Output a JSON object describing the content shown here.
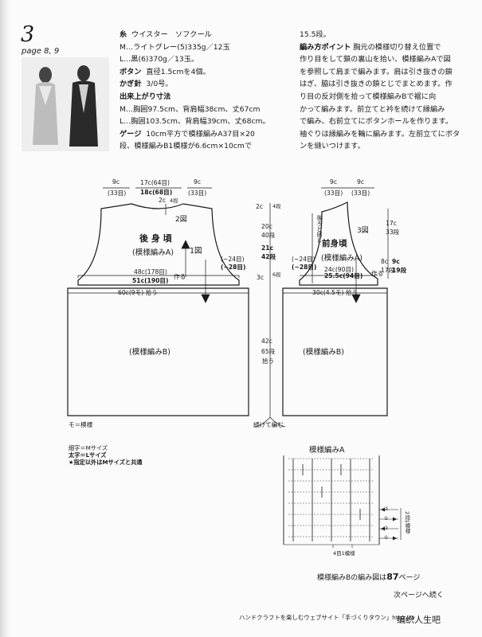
{
  "header": {
    "pattern_number": "3",
    "page_ref": "page 8, 9"
  },
  "materials": {
    "yarn_label": "糸",
    "yarn_name": "ウイスター　ソフクール",
    "yarn_m": "M…ライトグレー(5)335g／12玉",
    "yarn_l": "L…黒(6)370g／13玉。",
    "button_label": "ボタン",
    "button_text": "直径1.5cmを4個。",
    "hook_label": "かぎ針",
    "hook_text": "3/0号。",
    "size_label": "出来上がり寸法",
    "size_m": "M…胸囲97.5cm、背肩幅38cm、丈67cm",
    "size_l": "L…胸囲103.5cm、背肩幅39cm、丈68cm。",
    "gauge_label": "ゲージ",
    "gauge_line1": "10cm平方で模様編みA37目×20",
    "gauge_line2": "段、模様編みB1模様が6.6cm×10cmで"
  },
  "method": {
    "line0": "15.5段。",
    "label": "編み方ポイント",
    "lines": [
      "胸元の模様切り替え位置で",
      "作り目をして鎖の裏山を拾い、模様編みAで図",
      "を参照して肩まで編みます。肩は引き抜きの鎖",
      "はぎ、脇は引き抜きの鎖とじでまとめます。作",
      "り目の反対側を拾って模様編みBで裾に向",
      "かって編みます。前立てと衿を続けて縁編み",
      "で編み、右前立てにボタンホールを作ります。",
      "袖ぐりは縁編みを輪に編みます。左前立てにボタ",
      "ンを縫いつけます。"
    ]
  },
  "back": {
    "top_left": "9c",
    "top_left_rows": "(33目)",
    "top_mid": "17c(64目)",
    "top_mid_l": "18c(68目)",
    "top_right": "9c",
    "top_right_rows": "(33目)",
    "neck": "2c",
    "neck_rows": "4段",
    "fig2": "2図",
    "title": "後 身 頃",
    "sub": "(模様編みA)",
    "fig1": "1図",
    "side_m": "(−24目)",
    "side_l": "(−28目)",
    "width_m": "48c(178目)",
    "width_l": "51c(190目)",
    "width_tag": "作る",
    "hem": "60c(9モ) 拾う",
    "body_b": "(模様編みB)"
  },
  "center": {
    "v1": "2c",
    "v1r": "4段",
    "v2": "20c",
    "v2r": "40段",
    "v3": "21c",
    "v3r": "42段",
    "v4": "3c",
    "v4r": "6段",
    "v5": "42c",
    "v5r": "65段",
    "v5b": "拾う",
    "bottom": "続けて編む"
  },
  "front": {
    "top_left": "9c",
    "top_left_rows": "(33目)",
    "top_right": "9c",
    "top_right_rows": "(33目)",
    "back_note": "後ろと同じ",
    "fig3": "3図",
    "title": "前身頃",
    "sub": "(模様編みA)",
    "side_m": "(−24目)",
    "side_l": "(−28目)",
    "width_m": "24c(90目)",
    "width_l": "25.5c(94目)",
    "width_tag": "作る",
    "hem": "30c(4.5モ) 拾う",
    "body_b": "(模様編みB)",
    "r1": "17c",
    "r1r": "33段",
    "r2": "8c",
    "r2r": "17段",
    "r3": "9c",
    "r3r": "19段"
  },
  "legend": {
    "mo": "モ＝模様",
    "m_size": "細字＝Mサイズ",
    "l_size": "太字＝Lサイズ",
    "common": "★指定以外はMサイズと共通"
  },
  "chart_a": {
    "title": "模様編みA",
    "rows": [
      "②",
      "①",
      "②",
      "①"
    ],
    "row_note": "2段1模様",
    "repeat_note": "4目1模様"
  },
  "footer": {
    "chart_b_note": "模様編みBの編み図は",
    "chart_b_page": "87",
    "chart_b_suffix": "ページ",
    "continued": "次ページへ続く",
    "credit": "ハンドクラフトを楽しむウェブサイト「手づくりタウン」http://w",
    "watermark": "编织人生吧"
  },
  "colors": {
    "ink": "#1a1a1a",
    "paper": "#fbfbfb"
  }
}
